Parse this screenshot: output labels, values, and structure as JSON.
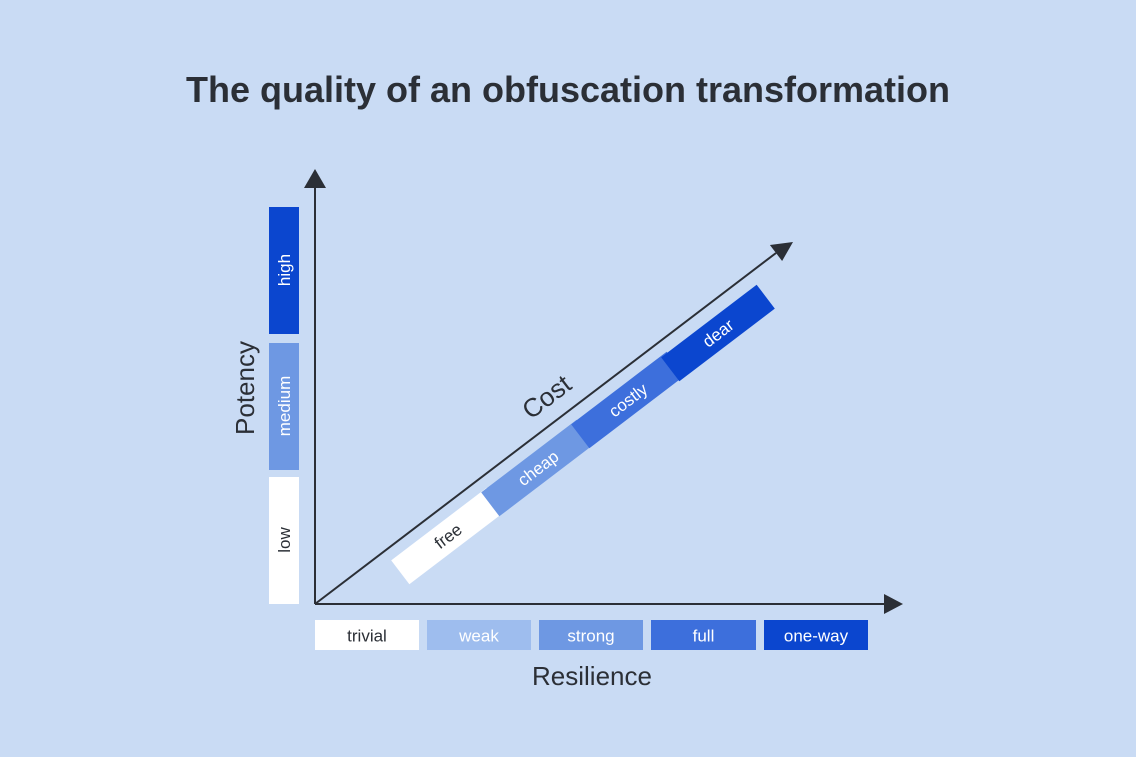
{
  "title": "The quality of an obfuscation transformation",
  "axes": {
    "resilience": {
      "label": "Resilience",
      "levels": [
        "trivial",
        "weak",
        "strong",
        "full",
        "one-way"
      ]
    },
    "potency": {
      "label": "Potency",
      "levels": [
        "low",
        "medium",
        "high"
      ]
    },
    "cost": {
      "label": "Cost",
      "levels": [
        "free",
        "cheap",
        "costly",
        "dear"
      ]
    }
  },
  "colors": {
    "background": "#c9dbf4",
    "text": "#2b2f36",
    "axis": "#2b2f36",
    "scale": [
      "#ffffff",
      "#9ebdee",
      "#6e98e3",
      "#3d6fdc",
      "#0b46cf"
    ]
  }
}
